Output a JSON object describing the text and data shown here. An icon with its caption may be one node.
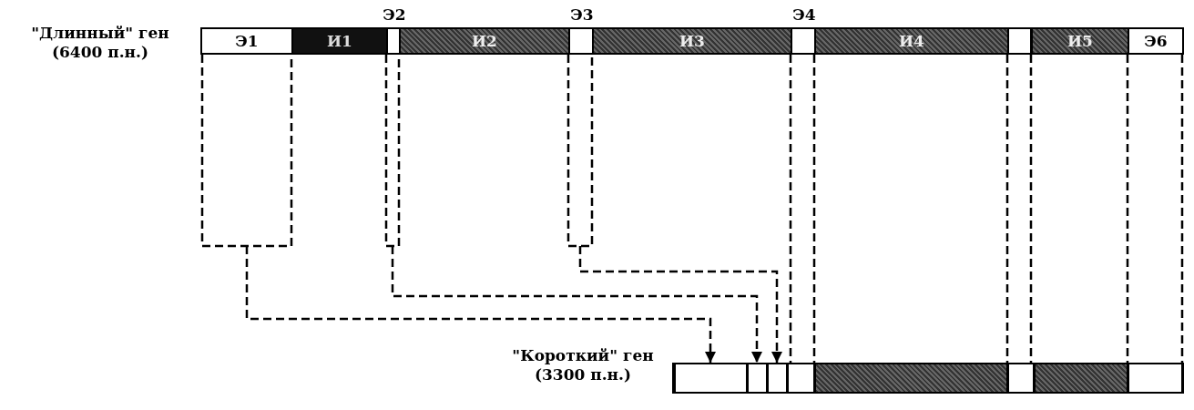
{
  "diagram": {
    "nodes": [
      {
        "text": [
          "\"Длинный\" ген (6400 п.н.)"
        ]
      },
      {
        "text": [
          "Э1"
        ],
        "in": 0
      },
      {
        "text": [
          "И1"
        ],
        "in": 0
      },
      {
        "text": [
          "Э2"
        ],
        "in": 0
      },
      {
        "text": [
          "И2"
        ],
        "in": 0
      },
      {
        "text": [
          "Э3"
        ],
        "in": 0
      },
      {
        "text": [
          "И3"
        ],
        "in": 0
      },
      {
        "text": [
          "Э4"
        ],
        "in": 0
      },
      {
        "text": [
          "И4"
        ],
        "in": 0
      },
      {
        "text": [],
        "shape": "box",
        "in": 0
      },
      {
        "text": [
          "И5"
        ],
        "in": 0
      },
      {
        "text": [
          "Э6"
        ],
        "in": 0
      },
      {
        "text": [
          "\"Короткий\" ген (3300 п.н.)"
        ]
      },
      {
        "text": [],
        "shape": "box",
        "in": 12
      },
      {
        "text": [],
        "shape": "box",
        "in": 12
      },
      {
        "text": [],
        "shape": "box",
        "in": 12
      },
      {
        "text": [],
        "shape": "box",
        "in": 12
      },
      {
        "text": [],
        "shape": "box",
        "in": 12
      },
      {
        "text": [],
        "shape": "box",
        "in": 12
      },
      {
        "text": [],
        "shape": "box",
        "in": 12
      },
      {
        "text": [],
        "shape": "box",
        "in": 12
      }
    ],
    "edges": [
      {
        "from": 1,
        "to": 13,
        "arrow": "to",
        "style": "dashed"
      },
      {
        "from": 3,
        "to": 14,
        "arrow": "to",
        "style": "dashed"
      },
      {
        "from": 5,
        "to": 15,
        "arrow": "to",
        "style": "dashed"
      },
      {
        "from": 7,
        "to": 16,
        "arrow": "none",
        "style": "dashed"
      },
      {
        "from": 9,
        "to": 18,
        "arrow": "none",
        "style": "dashed"
      },
      {
        "from": 11,
        "to": 20,
        "arrow": "none",
        "style": "dashed"
      }
    ]
  }
}
